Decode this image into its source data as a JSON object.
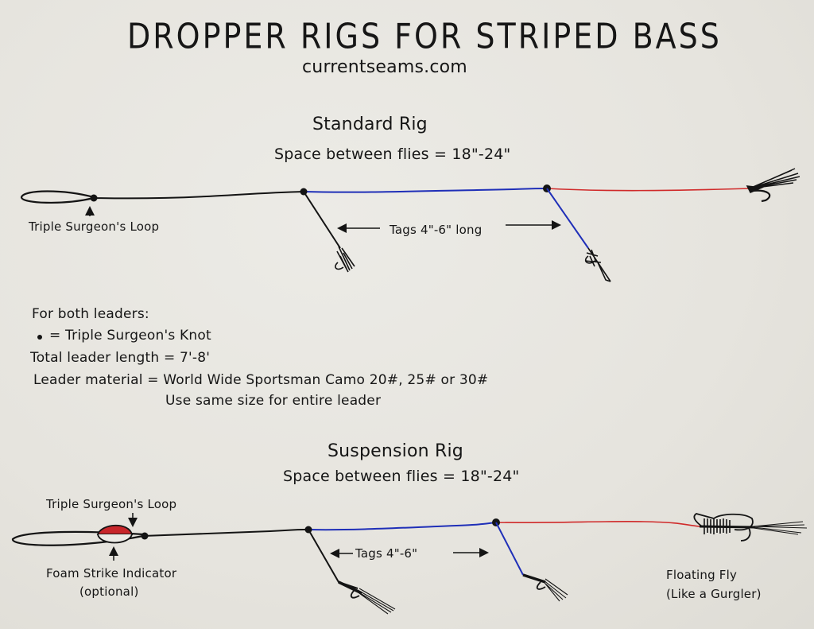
{
  "title": "DROPPER RIGS FOR STRIPED BASS",
  "website": "currentseams.com",
  "colors": {
    "paper": "#e9e7e1",
    "ink": "#141414",
    "blue_line": "#1f2fb8",
    "red_line": "#d02a2a",
    "indicator": "#c8262b"
  },
  "standard_rig": {
    "heading": "Standard Rig",
    "spacing": "Space between flies = 18\"-24\"",
    "loop_label": "Triple Surgeon's Loop",
    "tags_label": "Tags 4\"-6\" long"
  },
  "notes": {
    "heading": "For both leaders:",
    "knot_legend": "= Triple Surgeon's Knot",
    "length": "Total leader length = 7'-8'",
    "material": "Leader material = World Wide Sportsman Camo 20#, 25# or 30#",
    "material_note": "Use same size for entire leader"
  },
  "suspension_rig": {
    "heading": "Suspension Rig",
    "spacing": "Space between flies = 18\"-24\"",
    "loop_label": "Triple Surgeon's Loop",
    "indicator_label": "Foam Strike Indicator",
    "indicator_note": "(optional)",
    "tags_label": "Tags 4\"-6\"",
    "fly_label": "Floating Fly",
    "fly_note": "(Like a Gurgler)"
  }
}
